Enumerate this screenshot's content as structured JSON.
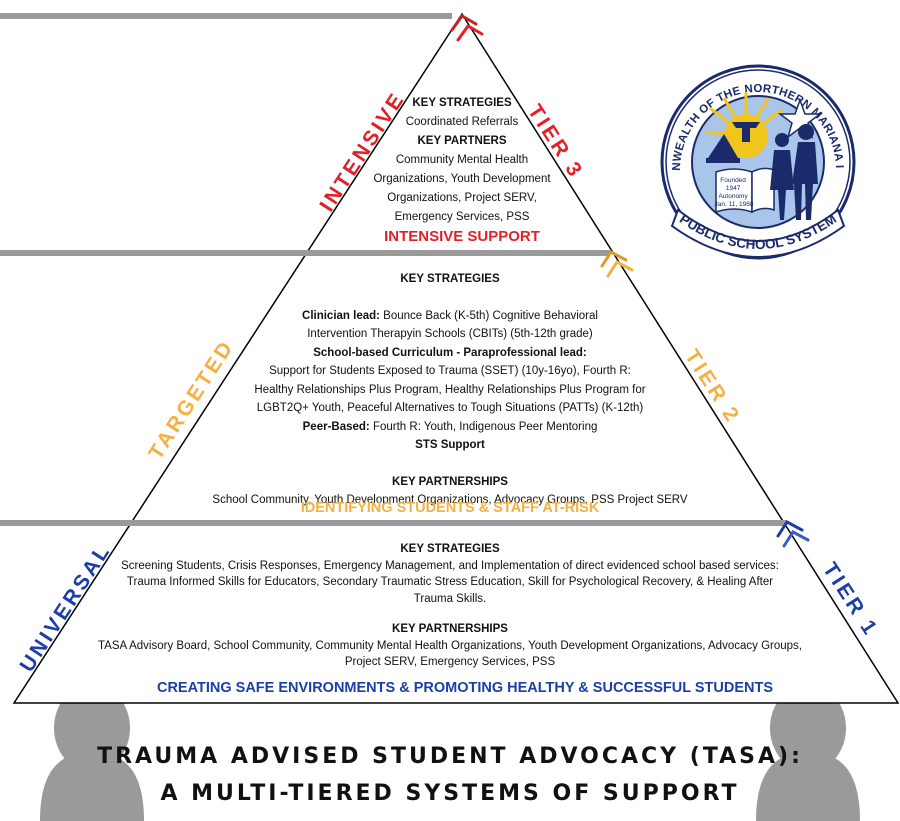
{
  "colors": {
    "tier3": "#e2202a",
    "tier2": "#f5b042",
    "tier1": "#1b3ea8",
    "navy": "#1b2a6b",
    "gray": "#9a9a9a",
    "gold": "#f2c51c",
    "seal_blue": "#a9c6ea"
  },
  "tier3": {
    "side_left": "INTENSIVE",
    "side_right": "TIER 3",
    "strategies_heading": "KEY STRATEGIES",
    "strategies_text": "Coordinated Referrals",
    "partners_heading": "KEY PARTNERS",
    "partners_lines": [
      "Community Mental Health",
      "Organizations, Youth Development",
      "Organizations, Project SERV,",
      "Emergency Services, PSS"
    ],
    "banner": "INTENSIVE SUPPORT"
  },
  "tier2": {
    "side_left": "TARGETED",
    "side_right": "TIER 2",
    "strategies_heading": "KEY STRATEGIES",
    "clinician_label": "Clinician lead:",
    "clinician_line1": " Bounce Back (K-5th) Cognitive Behavioral",
    "clinician_line2": "Intervention Therapyin Schools (CBITs) (5th-12th grade)",
    "curriculum_label": "School-based Curriculum - Paraprofessional lead:",
    "curriculum_lines": [
      "Support for Students Exposed to Trauma (SSET) (10y-16yo), Fourth R:",
      "Healthy Relationships Plus Program, Healthy Relationships Plus Program for",
      "LGBT2Q+ Youth, Peaceful Alternatives to Tough Situations (PATTs) (K-12th)"
    ],
    "peer_label": "Peer-Based:",
    "peer_text": " Fourth R: Youth, Indigenous Peer Mentoring",
    "sts": "STS Support",
    "partnerships_heading": "KEY PARTNERSHIPS",
    "partnerships_text": "School Community, Youth Development Organizations, Advocacy Groups, PSS Project SERV",
    "banner": "IDENTIFYING STUDENTS & STAFF AT-RISK"
  },
  "tier1": {
    "side_left": "UNIVERSAL",
    "side_right": "TIER 1",
    "strategies_heading": "KEY STRATEGIES",
    "strategies_lines": [
      "Screening Students, Crisis Responses, Emergency Management, and Implementation of direct evidenced school based services:",
      "Trauma Informed Skills for Educators, Secondary Traumatic Stress Education, Skill for Psychological Recovery, & Healing After",
      "Trauma Skills."
    ],
    "partnerships_heading": "KEY PARTNERSHIPS",
    "partnerships_lines": [
      "TASA Advisory Board, School Community, Community Mental Health Organizations, Youth Development Organizations, Advocacy Groups,",
      "Project SERV, Emergency Services, PSS"
    ],
    "banner": "CREATING SAFE ENVIRONMENTS & PROMOTING HEALTHY & SUCCESSFUL STUDENTS"
  },
  "title": {
    "line1": "TRAUMA ADVISED STUDENT ADVOCACY (TASA):",
    "line2": "A MULTI-TIERED SYSTEMS OF SUPPORT"
  },
  "seal": {
    "ring_text": "COMMONWEALTH OF THE NORTHERN MARIANA ISLANDS",
    "banner_text": "PUBLIC SCHOOL SYSTEM",
    "book_lines": [
      "Founded",
      "1947",
      "Autonomy",
      "Jan. 11, 1988"
    ]
  }
}
